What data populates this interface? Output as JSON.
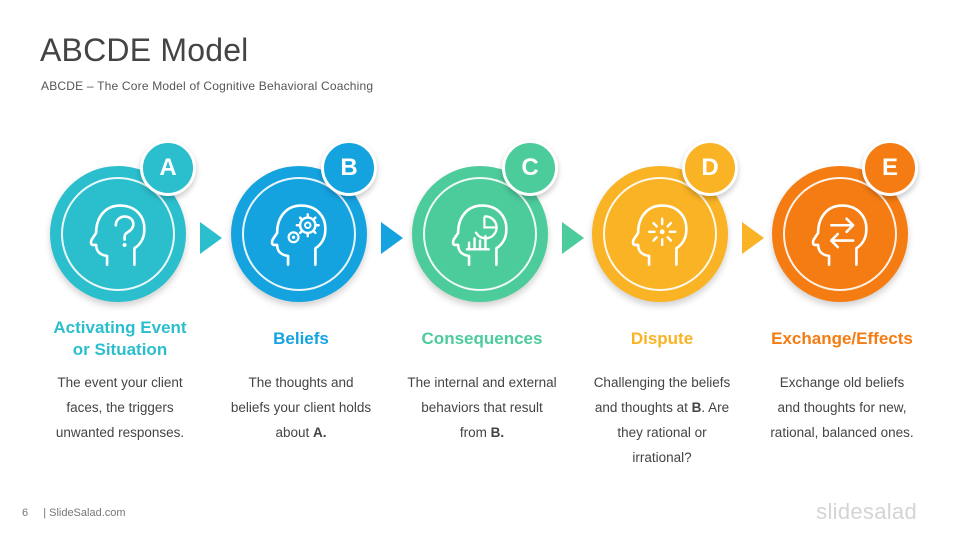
{
  "header": {
    "title": "ABCDE Model",
    "subtitle": "ABCDE – The Core Model of Cognitive Behavioral Coaching"
  },
  "steps": [
    {
      "letter": "A",
      "color": "#2bbfce",
      "icon": "head-question-icon",
      "heading_line1": "Activating Event",
      "heading_line2": "or Situation",
      "desc": [
        {
          "t": "The event your client"
        },
        {
          "t": "faces, the triggers"
        },
        {
          "t": "unwanted responses."
        }
      ]
    },
    {
      "letter": "B",
      "color": "#15a3e0",
      "icon": "head-gear-icon",
      "heading_line1": "Beliefs",
      "heading_line2": "",
      "desc": [
        {
          "t": "The thoughts and"
        },
        {
          "t": "beliefs your client holds"
        },
        {
          "t": "about ",
          "b": "A."
        }
      ]
    },
    {
      "letter": "C",
      "color": "#4ccb9b",
      "icon": "head-chart-icon",
      "heading_line1": "Consequences",
      "heading_line2": "",
      "desc": [
        {
          "t": "The internal and external"
        },
        {
          "t": "behaviors that result"
        },
        {
          "t": "from ",
          "b": "B."
        }
      ]
    },
    {
      "letter": "D",
      "color": "#f9b324",
      "icon": "head-spark-icon",
      "heading_line1": "Dispute",
      "heading_line2": "",
      "desc": [
        {
          "t": "Challenging the beliefs"
        },
        {
          "t": "and thoughts at ",
          "b": "B",
          "t2": ". Are"
        },
        {
          "t": "they rational or"
        },
        {
          "t": "irrational?"
        }
      ]
    },
    {
      "letter": "E",
      "color": "#f57c12",
      "icon": "head-exchange-icon",
      "heading_line1": "Exchange/Effects",
      "heading_line2": "",
      "desc": [
        {
          "t": "Exchange old beliefs"
        },
        {
          "t": "and thoughts for new,"
        },
        {
          "t": "rational, balanced ones."
        }
      ]
    }
  ],
  "footer": {
    "page_number": "6",
    "site": "| SlideSalad.com",
    "brand": "slidesalad"
  }
}
